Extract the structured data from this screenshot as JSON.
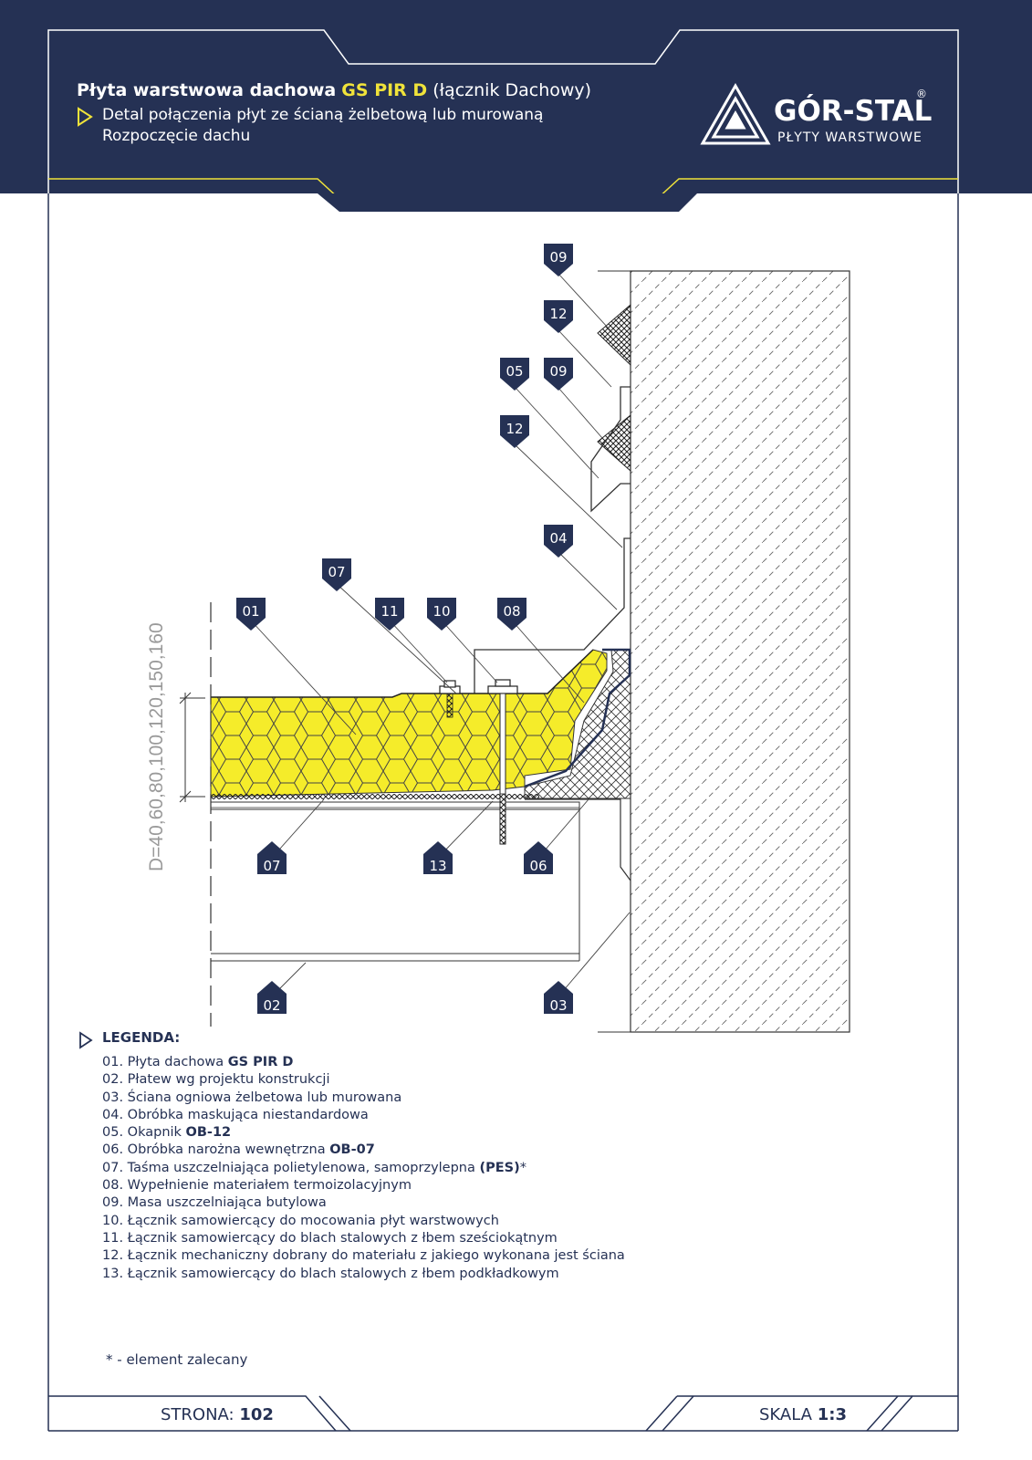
{
  "header": {
    "title_prefix": "Płyta warstwowa dachowa",
    "title_product": "GS  PIR D",
    "title_suffix": "(łącznik Dachowy)",
    "subtitle_line1": "Detal połączenia płyt ze ścianą żelbetową lub murowaną",
    "subtitle_line2": "Rozpoczęcie dachu"
  },
  "logo": {
    "name": "GÓR-STAL",
    "registered": "®",
    "tagline": "PŁYTY WARSTWOWE"
  },
  "colors": {
    "navy": "#253154",
    "yellow_accent": "#f0e33a",
    "insulation": "#f5ec2a",
    "wall_hatch": "#555555"
  },
  "diagram": {
    "dimension_label": "D=40,60,80,100,120,150,160",
    "callouts": [
      "09",
      "12",
      "05",
      "09",
      "12",
      "04",
      "07",
      "01",
      "11",
      "10",
      "08",
      "07",
      "13",
      "06",
      "02",
      "03"
    ]
  },
  "legend": {
    "title": "LEGENDA:",
    "items": [
      {
        "text": "01. Płyta dachowa ",
        "bold": "GS PIR D",
        "tail": ""
      },
      {
        "text": "02. Płatew wg projektu konstrukcji",
        "bold": "",
        "tail": ""
      },
      {
        "text": "03. Ściana ogniowa żelbetowa lub murowana",
        "bold": "",
        "tail": ""
      },
      {
        "text": "04. Obróbka maskująca niestandardowa",
        "bold": "",
        "tail": ""
      },
      {
        "text": "05. Okapnik ",
        "bold": "OB-12",
        "tail": ""
      },
      {
        "text": "06. Obróbka narożna wewnętrzna ",
        "bold": "OB-07",
        "tail": ""
      },
      {
        "text": "07. Taśma uszczelniająca polietylenowa, samoprzylepna ",
        "bold": "(PES)",
        "tail": "*"
      },
      {
        "text": "08. Wypełnienie materiałem termoizolacyjnym",
        "bold": "",
        "tail": ""
      },
      {
        "text": "09. Masa uszczelniająca butylowa",
        "bold": "",
        "tail": ""
      },
      {
        "text": "10. Łącznik samowiercący do mocowania płyt warstwowych",
        "bold": "",
        "tail": ""
      },
      {
        "text": "11. Łącznik samowiercący do blach stalowych z łbem sześciokątnym",
        "bold": "",
        "tail": ""
      },
      {
        "text": "12. Łącznik mechaniczny dobrany do materiału z jakiego wykonana jest ściana",
        "bold": "",
        "tail": ""
      },
      {
        "text": "13. Łącznik samowiercący do blach stalowych z łbem podkładkowym",
        "bold": "",
        "tail": ""
      }
    ]
  },
  "footnote": "* -  element zalecany",
  "footer": {
    "page_label": "STRONA:",
    "page_number": "102",
    "scale_label": "SKALA",
    "scale_value": "1:3"
  }
}
